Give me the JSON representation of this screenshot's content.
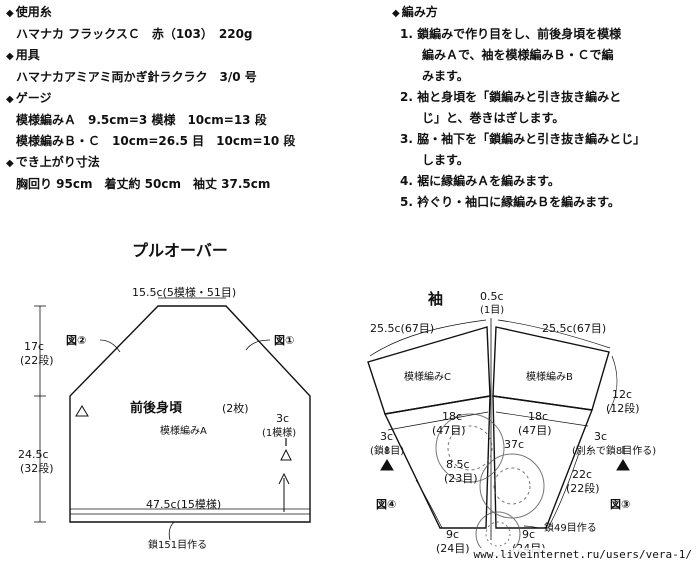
{
  "specs": {
    "yarn_head": "使用糸",
    "yarn": "ハマナカ フラックスＣ　赤（103）　220g",
    "tools_head": "用具",
    "tools": "ハマナカアミアミ両かぎ針ラクラク　3/0 号",
    "gauge_head": "ゲージ",
    "gauge1": "模様編みＡ　9.5cm=3 模様　10cm=13 段",
    "gauge2": "模様編みＢ・Ｃ　10cm=26.5 目　10cm=10 段",
    "size_head": "でき上がり寸法",
    "size": "胸回り 95cm　着丈約 50cm　袖丈 37.5cm"
  },
  "steps": {
    "head": "編み方",
    "s1a": "1. 鎖編みで作り目をし、前後身頃を模様",
    "s1b": "編みＡで、袖を模様編みＢ・Ｃで編",
    "s1c": "みます。",
    "s2a": "2. 袖と身頃を「鎖編みと引き抜き編みと",
    "s2b": "じ」と、巻きはぎします。",
    "s3a": "3. 脇・袖下を「鎖編みと引き抜き編みとじ」",
    "s3b": "します。",
    "s4": "4. 裾に縁編みＡを編みます。",
    "s5": "5. 衿ぐり・袖口に縁編みＢを編みます。"
  },
  "body_diagram": {
    "title": "プルオーバー",
    "top": "15.5c(5模様・51目)",
    "fig2": "図②",
    "fig1": "図①",
    "h_upper_a": "17c",
    "h_upper_b": "(22段)",
    "h_lower_a": "24.5c",
    "h_lower_b": "(32段)",
    "panel": "前後身頃",
    "count": "(2枚)",
    "pattern": "模様編みA",
    "side_a": "3c",
    "side_b": "(1模様)",
    "bottom": "47.5c(15模様)",
    "chain": "鎖151目作る"
  },
  "sleeve_diagram": {
    "title": "袖",
    "top_a": "0.5c",
    "top_b": "(1目)",
    "left_w": "25.5c(67目)",
    "right_w": "25.5c(67目)",
    "pat_c": "模様編みC",
    "pat_b": "模様編みB",
    "r12a": "12c",
    "r12b": "(12段)",
    "m18a_l": "18c",
    "m18b_l": "(47目)",
    "m18a_r": "18c",
    "m18b_r": "(47目)",
    "l3a": "3c",
    "l3b": "(鎖8目)",
    "r3a": "3c",
    "r3b": "(別糸で鎖8目作る)",
    "h37": "37c",
    "c85a": "8.5c",
    "c85b": "(23目)",
    "r22a": "22c",
    "r22b": "(22段)",
    "fig4": "図④",
    "fig3": "図③",
    "chain49": "鎖49目作る",
    "b9a_l": "9c",
    "b9b_l": "(24目)",
    "b9a_r": "9c",
    "b9b_r": "(24目)"
  },
  "watermark": "www.liveinternet.ru/users/vera-1/"
}
